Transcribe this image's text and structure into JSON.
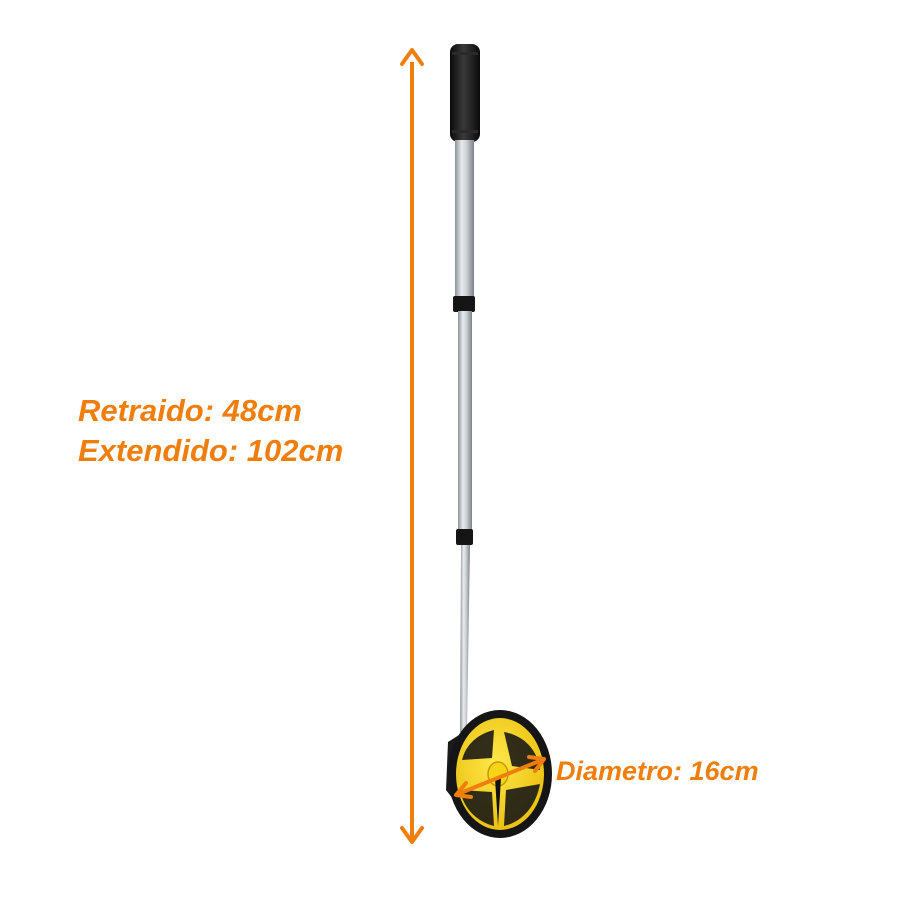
{
  "product": {
    "image": {
      "kind": "measuring-wheel-photo",
      "subject": "telescopic measuring wheel",
      "icon": "measuring-wheel-icon"
    },
    "labels": {
      "retracted": "Retraido: 48cm",
      "extended": "Extendido: 102cm",
      "diameter": "Diametro: 16cm"
    }
  },
  "colors": {
    "accent": "#F07E0D",
    "wheel_yellow": "#F7D416",
    "rim_black": "#151515",
    "pole_silver": "#C9CDD1",
    "background": "#FFFFFF"
  }
}
